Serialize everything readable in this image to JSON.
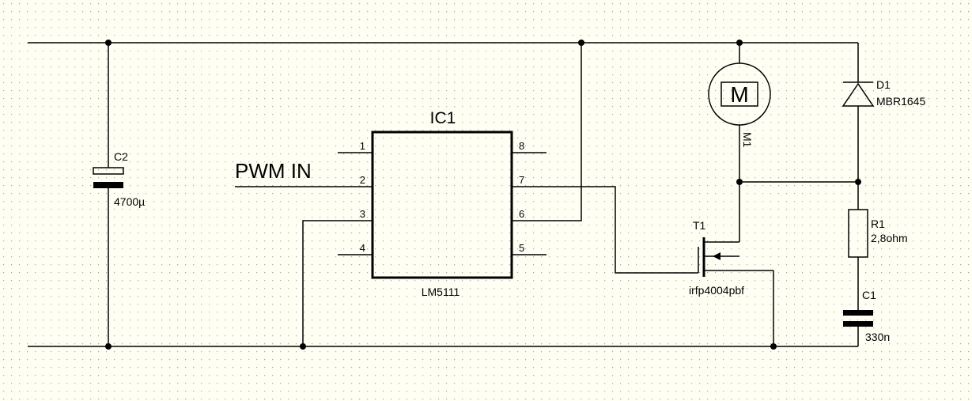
{
  "schematic": {
    "ic": {
      "ref": "IC1",
      "part": "LM5111",
      "pins": [
        "1",
        "2",
        "3",
        "4",
        "5",
        "6",
        "7",
        "8"
      ]
    },
    "input_label": "PWM IN",
    "c2": {
      "ref": "C2",
      "value": "4700µ"
    },
    "motor": {
      "ref": "M1",
      "glyph": "M"
    },
    "d1": {
      "ref": "D1",
      "part": "MBR1645"
    },
    "t1": {
      "ref": "T1",
      "part": "irfp4004pbf"
    },
    "r1": {
      "ref": "R1",
      "value": "2,8ohm"
    },
    "c1": {
      "ref": "C1",
      "value": "330n"
    }
  },
  "colors": {
    "background": "#fffff4",
    "wire": "#000000",
    "grid_dot": "#a8a8a0"
  }
}
